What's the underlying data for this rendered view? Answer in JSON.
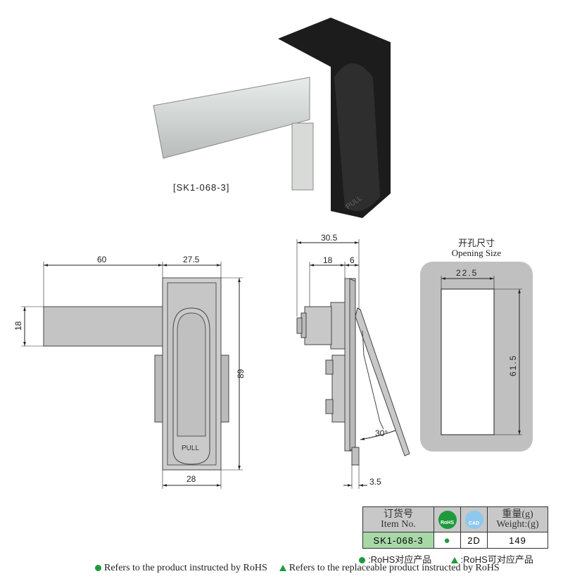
{
  "product": {
    "model_label": "[SK1-068-3]",
    "handle_text": "PULL"
  },
  "front_view": {
    "dims": {
      "bar_length": "60",
      "body_width": "27.5",
      "bar_height": "18",
      "body_height": "89",
      "bottom_width": "28"
    },
    "handle_text": "PULL"
  },
  "side_view": {
    "dims": {
      "total_depth": "30.5",
      "cylinder_depth": "18",
      "plate_depth": "6",
      "open_angle": "30°",
      "lip": "3.5"
    }
  },
  "opening": {
    "title_cn": "开孔尺寸",
    "title_en": "Opening Size",
    "width": "22.5",
    "height": "61.5"
  },
  "spec_table": {
    "headers": {
      "item_cn": "订货号",
      "item_en": "Item No.",
      "rohs_icon": "RoHS",
      "cad_icon": "CAD",
      "weight_cn": "重量(g)",
      "weight_en": "Weight:(g)"
    },
    "rows": [
      {
        "item": "SK1-068-3",
        "rohs": "●",
        "cad": "2D",
        "weight": "149"
      }
    ]
  },
  "legend": {
    "rohs_cn": ":RoHS对应产品",
    "replaceable_cn": ":RoHS可对应产品",
    "rohs_en": "Refers to the product instructed by RoHS",
    "replaceable_en": "Refers to the replaceable product instructed by RoHS"
  },
  "colors": {
    "rohs_green": "#1e9a3c",
    "item_cell": "#a8d8a8",
    "header_gray": "#c8c8c8",
    "cad_blue": "#8ec8ee"
  }
}
